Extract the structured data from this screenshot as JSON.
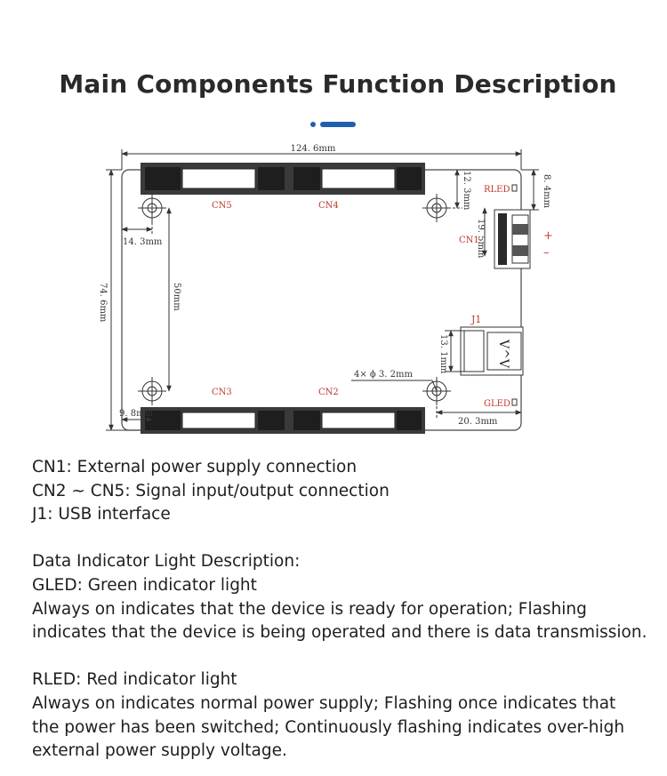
{
  "title": "Main Components Function Description",
  "diagram": {
    "width_label": "124. 6mm",
    "height_label": "74. 6mm",
    "dim_12_3": "12. 3mm",
    "dim_8_4": "8. 4mm",
    "dim_19_5": "19. 5mm",
    "dim_14_3": "14. 3mm",
    "dim_50": "50mm",
    "dim_13_1": "13. 1mm",
    "dim_9_8": "9. 8mm",
    "dim_20_3": "20. 3mm",
    "hole_label": "4× ϕ 3. 2mm",
    "cn5": "CN5",
    "cn4": "CN4",
    "cn3": "CN3",
    "cn2": "CN2",
    "cn1": "CN1",
    "j1": "J1",
    "rled": "RLED",
    "gled": "GLED",
    "plus": "+",
    "minus": "–",
    "usb_glyph": "V^V"
  },
  "description": {
    "lines_group1": [
      "CN1: External power supply connection",
      "CN2 ~ CN5: Signal input/output connection",
      "J1: USB interface"
    ],
    "lines_group2": [
      "Data Indicator Light Description:",
      "GLED: Green indicator light",
      "Always on indicates that the device is ready for operation; Flashing",
      "indicates that the device is being operated and there is data transmission."
    ],
    "lines_group3": [
      "RLED: Red indicator light",
      "Always on indicates normal power supply; Flashing once indicates that",
      "the power has been switched; Continuously flashing indicates over-high",
      "external power supply voltage."
    ]
  },
  "colors": {
    "accent": "#1f5fb0",
    "label_red": "#c0392b",
    "text": "#1e1e1e",
    "line": "#333333"
  }
}
